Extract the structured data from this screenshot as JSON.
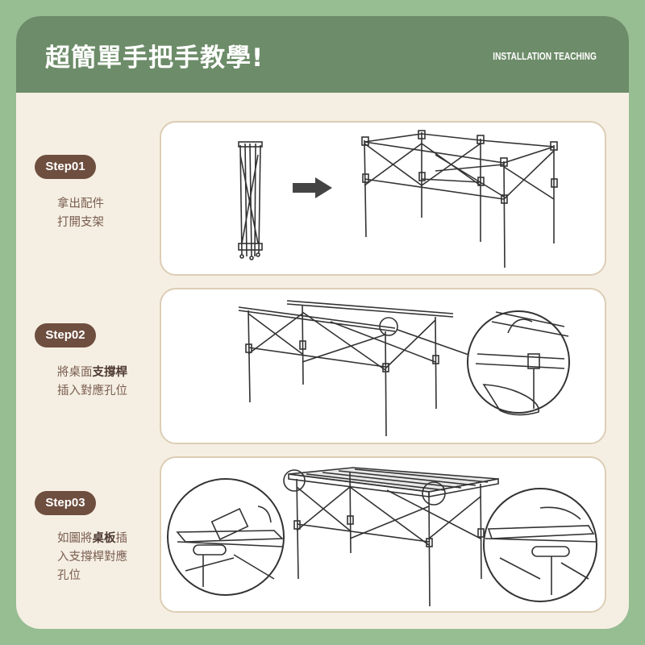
{
  "header": {
    "title": "超簡單手把手教學!",
    "subtitle": "INSTALLATION TEACHING"
  },
  "steps": [
    {
      "badge": "Step01",
      "desc_line1": "拿出配件",
      "desc_line2": "打開支架"
    },
    {
      "badge": "Step02",
      "desc_line1_pre": "將桌面",
      "desc_line1_bold": "支撐桿",
      "desc_line2": "插入對應孔位"
    },
    {
      "badge": "Step03",
      "desc_line1_pre": "如圖將",
      "desc_line1_bold": "桌板",
      "desc_line1_post": "插",
      "desc_line2": "入支撐桿對應",
      "desc_line3": "孔位"
    }
  ],
  "colors": {
    "background": "#97bd92",
    "header": "#6d8c69",
    "card": "#f5efe3",
    "badge": "#6e4e3f",
    "panel_border": "#dccdb5"
  },
  "icons": [
    "arrow-right-icon"
  ]
}
